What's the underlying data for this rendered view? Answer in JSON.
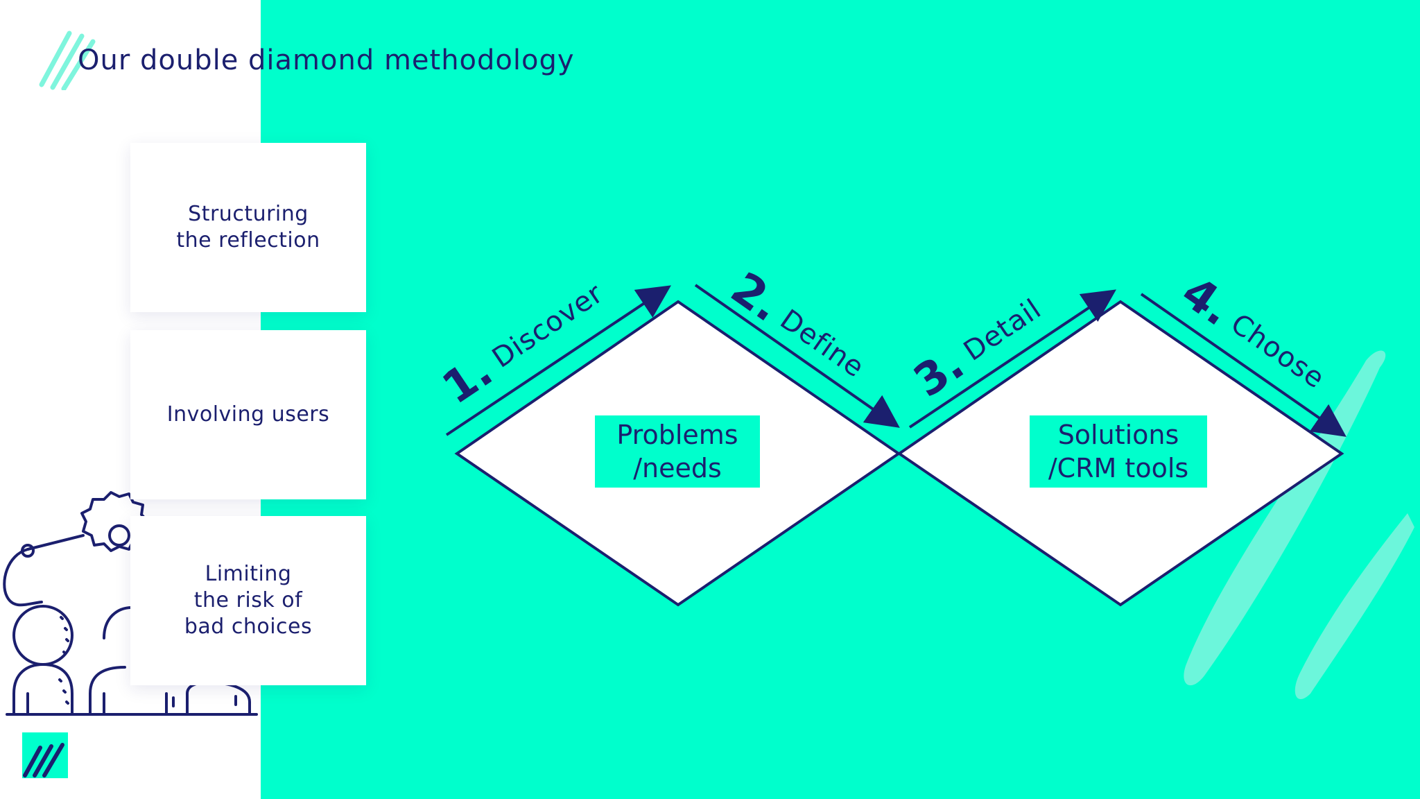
{
  "title": "Our double diamond methodology",
  "cards": [
    {
      "text": "Structuring\nthe reflection"
    },
    {
      "text": "Involving users"
    },
    {
      "text": "Limiting\nthe risk of\nbad choices"
    }
  ],
  "diamonds": [
    {
      "label": "Problems\n/needs"
    },
    {
      "label": "Solutions\n/CRM tools"
    }
  ],
  "phases": [
    {
      "num": "1.",
      "label": "Discover"
    },
    {
      "num": "2.",
      "label": "Define"
    },
    {
      "num": "3.",
      "label": "Detail"
    },
    {
      "num": "4.",
      "label": "Choose"
    }
  ],
  "colors": {
    "navy": "#1b1f6e",
    "teal": "#00ffcc",
    "white": "#ffffff"
  }
}
